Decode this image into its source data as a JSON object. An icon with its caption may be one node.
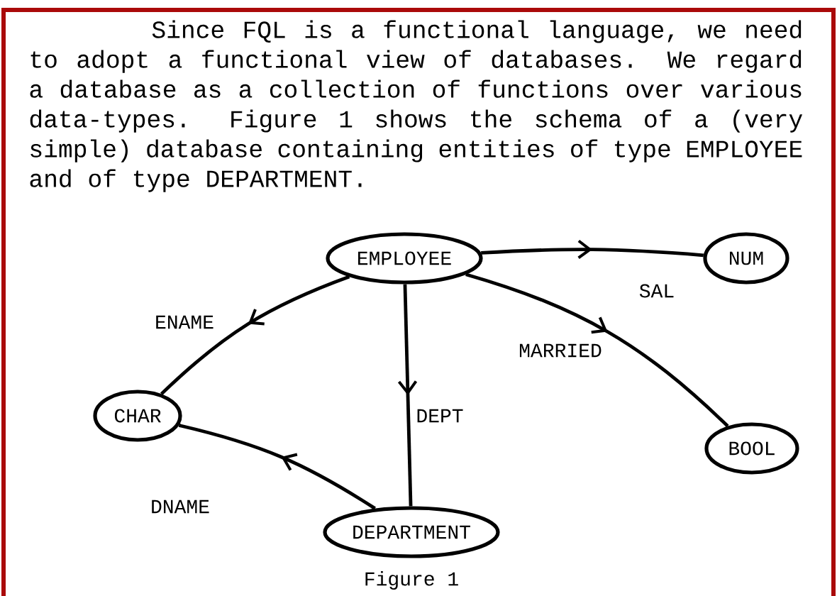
{
  "diagram": {
    "caption": "Figure 1",
    "nodes": [
      {
        "text": [
          "EMPLOYEE"
        ]
      },
      {
        "text": [
          "NUM"
        ]
      },
      {
        "text": [
          "CHAR"
        ]
      },
      {
        "text": [
          "BOOL"
        ]
      },
      {
        "text": [
          "DEPARTMENT"
        ]
      }
    ],
    "edges": [
      {
        "from": 0,
        "to": 1,
        "arrow": "to",
        "label": "SAL"
      },
      {
        "from": 0,
        "to": 2,
        "arrow": "to",
        "label": "ENAME"
      },
      {
        "from": 0,
        "to": 4,
        "arrow": "to",
        "label": "DEPT"
      },
      {
        "from": 0,
        "to": 3,
        "arrow": "to",
        "label": "MARRIED"
      },
      {
        "from": 4,
        "to": 2,
        "arrow": "to",
        "label": "DNAME"
      }
    ],
    "labels": [
      "Since FQL is a functional language, we need to adopt a functional view of databases. We regard a database as a collection of functions over various data-types. Figure 1 shows the schema of a (very simple) database containing entities of type EMPLOYEE and of type DEPARTMENT."
    ]
  }
}
